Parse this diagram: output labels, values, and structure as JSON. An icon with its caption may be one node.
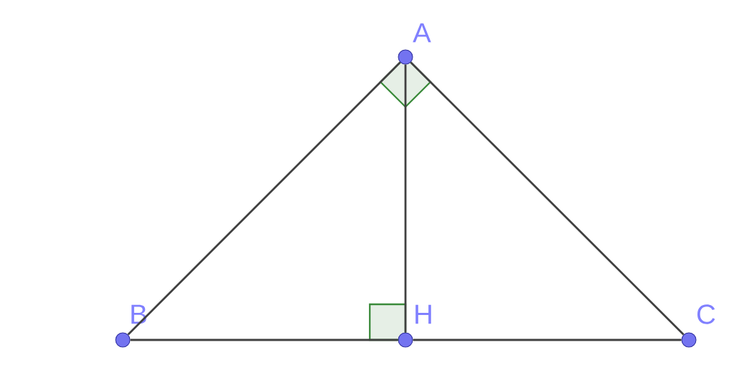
{
  "diagram": {
    "nodes": [
      {
        "text": [
          "A"
        ]
      },
      {
        "text": [
          "B"
        ]
      },
      {
        "text": [
          "H"
        ]
      },
      {
        "text": [
          "C"
        ]
      }
    ],
    "edges": [
      {
        "from": 0,
        "to": 1,
        "arrow": "none"
      },
      {
        "from": 0,
        "to": 2,
        "arrow": "none"
      },
      {
        "from": 0,
        "to": 3,
        "arrow": "none"
      },
      {
        "from": 1,
        "to": 2,
        "arrow": "none"
      },
      {
        "from": 2,
        "to": 3,
        "arrow": "none"
      }
    ]
  }
}
